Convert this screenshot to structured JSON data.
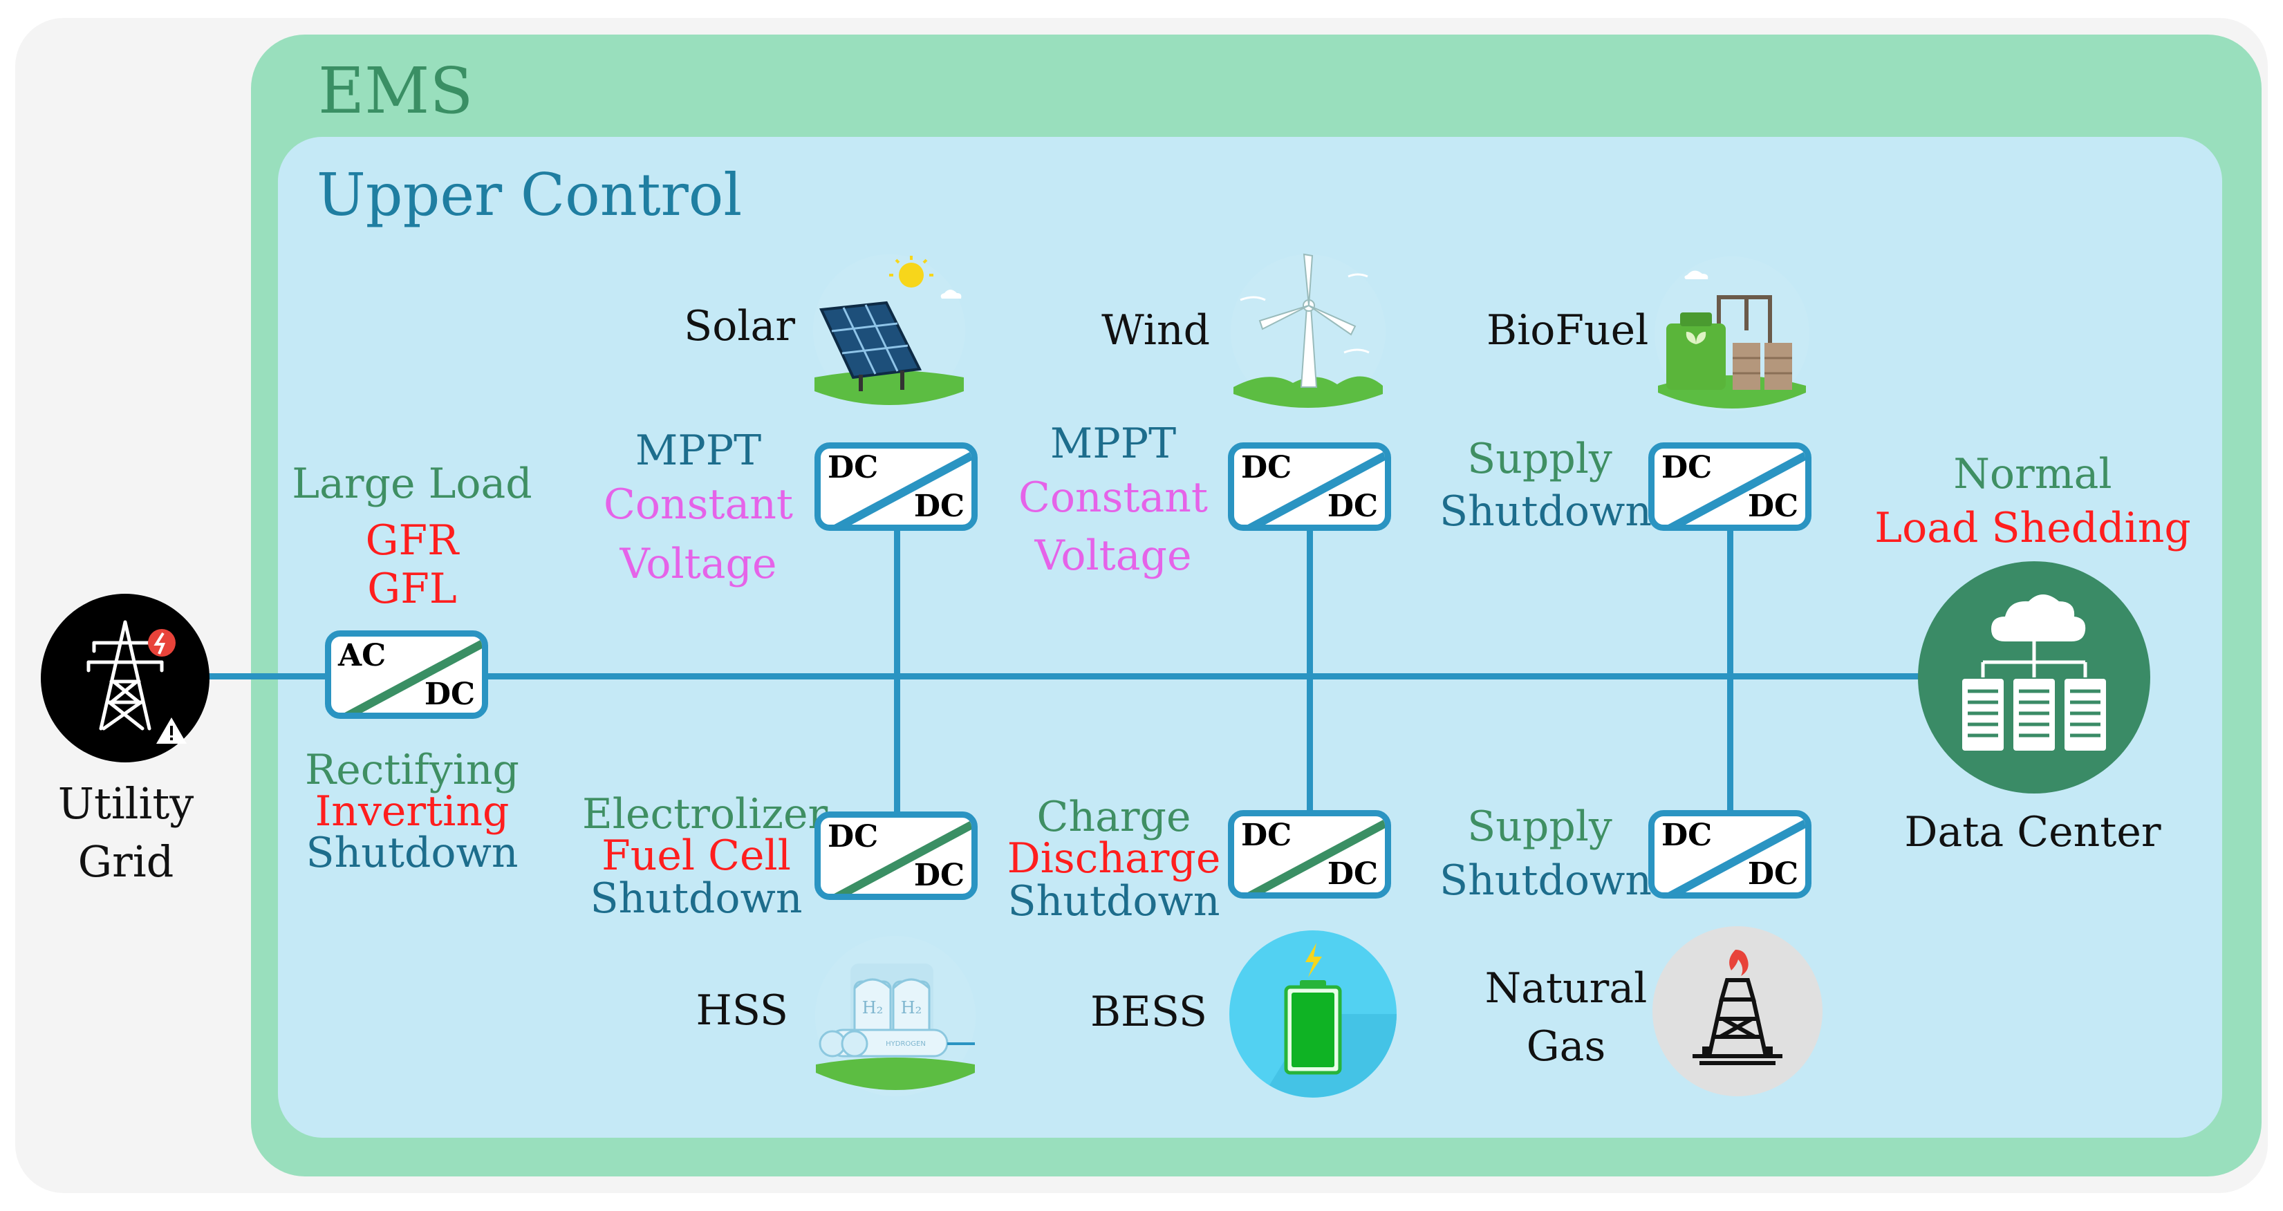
{
  "ems_title": "EMS",
  "upper_control_title": "Upper Control",
  "colors": {
    "outer_bg": "#f4f4f4",
    "ems": "#99dfbd",
    "upper": "#c5e9f6",
    "wire": "#2a94c2",
    "green_text": "#3f8f63",
    "red_text": "#ff1e1e",
    "pink_text": "#e563e8",
    "blue_text": "#1d6d8c"
  },
  "sources": {
    "solar": {
      "name": "Solar",
      "icon": "solar-panel-icon",
      "mode1": "MPPT",
      "mode2": "Constant",
      "mode3": "Voltage",
      "conv_in": "DC",
      "conv_out": "DC"
    },
    "wind": {
      "name": "Wind",
      "icon": "wind-turbine-icon",
      "mode1": "MPPT",
      "mode2": "Constant",
      "mode3": "Voltage",
      "conv_in": "DC",
      "conv_out": "DC"
    },
    "biofuel": {
      "name": "BioFuel",
      "icon": "biofuel-plant-icon",
      "mode1": "Supply",
      "mode2": "Shutdown",
      "conv_in": "DC",
      "conv_out": "DC"
    }
  },
  "storage": {
    "hss": {
      "name": "HSS",
      "icon": "hydrogen-tank-icon",
      "mode1": "Electrolizer",
      "mode2": "Fuel Cell",
      "mode3": "Shutdown",
      "conv_in": "DC",
      "conv_out": "DC",
      "tank1": "H₂",
      "tank2": "H₂",
      "tank_label": "HYDROGEN"
    },
    "bess": {
      "name": "BESS",
      "icon": "battery-icon",
      "mode1": "Charge",
      "mode2": "Discharge",
      "mode3": "Shutdown",
      "conv_in": "DC",
      "conv_out": "DC"
    },
    "natural_gas": {
      "name1": "Natural",
      "name2": "Gas",
      "icon": "gas-rig-icon",
      "mode1": "Supply",
      "mode2": "Shutdown",
      "conv_in": "DC",
      "conv_out": "DC"
    }
  },
  "grid": {
    "name1": "Utility",
    "name2": "Grid",
    "icon": "power-tower-icon",
    "mode_top": "Large Load",
    "mode_gfr": "GFR",
    "mode_gfl": "GFL",
    "mode1": "Rectifying",
    "mode2": "Inverting",
    "mode3": "Shutdown",
    "conv_in": "AC",
    "conv_out": "DC"
  },
  "load": {
    "name": "Data Center",
    "icon": "data-center-icon",
    "mode1": "Normal",
    "mode2": "Load Shedding"
  }
}
